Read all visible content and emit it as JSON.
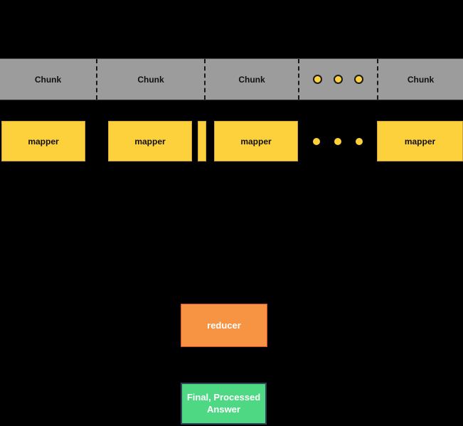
{
  "diagram": {
    "background": "#000000",
    "chunk_bar": {
      "fill": "#9C9C9C",
      "text_color": "#111111",
      "divider_style": "dashed-black",
      "sections": [
        {
          "label": "Chunk"
        },
        {
          "label": "Chunk"
        },
        {
          "label": "Chunk"
        },
        {
          "dots": 3,
          "dot_fill": "#FCD13B",
          "dot_ring": "#1a1a1a"
        },
        {
          "label": "Chunk"
        }
      ]
    },
    "mappers": {
      "fill": "#FCD13B",
      "border": "#C9A23A",
      "text_color": "#111111",
      "labels": [
        "mapper",
        "mapper",
        "mapper",
        "mapper"
      ],
      "ellipsis_dots": 3,
      "dot_fill": "#FCD13B"
    },
    "reducer": {
      "label": "reducer",
      "fill": "#F79443",
      "border": "#D14F28",
      "text_color": "#FFFFFF"
    },
    "final_answer": {
      "label": "Final, Processed Answer",
      "fill": "#4ED883",
      "border": "#2D4356",
      "text_color": "#FFFFFF"
    }
  }
}
